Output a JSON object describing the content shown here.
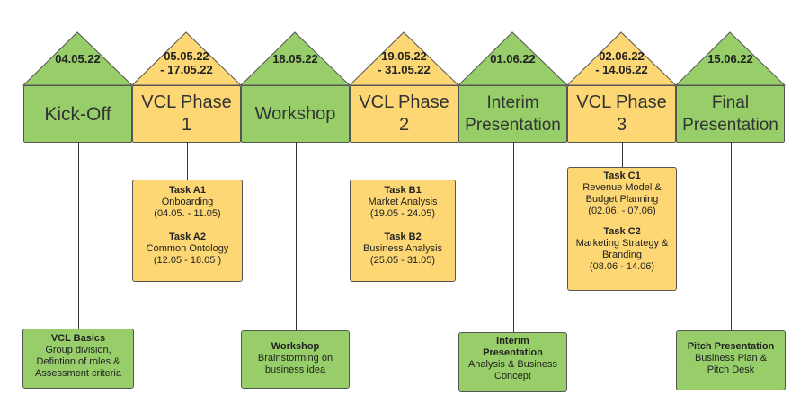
{
  "colors": {
    "green": "#97ce6a",
    "yellow": "#fdd774",
    "border": "#555555"
  },
  "phases": [
    {
      "date": "04.05.22",
      "label": "Kick-Off",
      "color": "green"
    },
    {
      "date": "05.05.22\n- 17.05.22",
      "label": "VCL Phase\n1",
      "color": "yellow"
    },
    {
      "date": "18.05.22",
      "label": "Workshop",
      "color": "green"
    },
    {
      "date": "19.05.22\n- 31.05.22",
      "label": "VCL Phase\n2",
      "color": "yellow"
    },
    {
      "date": "01.06.22",
      "label": "Interim\nPresentation",
      "color": "green"
    },
    {
      "date": "02.06.22\n- 14.06.22",
      "label": "VCL Phase\n3",
      "color": "yellow"
    },
    {
      "date": "15.06.22",
      "label": "Final\nPresentation",
      "color": "green"
    }
  ],
  "tasks": {
    "phase1": {
      "a1_title": "Task A1",
      "a1_name": "Onboarding",
      "a1_dates": "(04.05. - 11.05)",
      "a2_title": "Task A2",
      "a2_name": "Common Ontology",
      "a2_dates": "(12.05 - 18.05 )"
    },
    "phase2": {
      "b1_title": "Task B1",
      "b1_name": "Market Analysis",
      "b1_dates": "(19.05 - 24.05)",
      "b2_title": "Task B2",
      "b2_name": "Business Analysis",
      "b2_dates": "(25.05 - 31.05)"
    },
    "phase3": {
      "c1_title": "Task C1",
      "c1_name_1": "Revenue Model &",
      "c1_name_2": "Budget Planning",
      "c1_dates": "(02.06. - 07.06)",
      "c2_title": "Task C2",
      "c2_name_1": "Marketing Strategy &",
      "c2_name_2": "Branding",
      "c2_dates": "(08.06 - 14.06)"
    }
  },
  "deliverables": {
    "kickoff": {
      "title": "VCL Basics",
      "line1": "Group division,",
      "line2": "Defintion of roles &",
      "line3": "Assessment criteria"
    },
    "workshop": {
      "title": "Workshop",
      "line1": "Brainstorming on",
      "line2": "business idea"
    },
    "interim": {
      "title_1": "Interim",
      "title_2": "Presentation",
      "line1": "Analysis & Business",
      "line2": "Concept"
    },
    "final": {
      "title": "Pitch Presentation",
      "line1": "Business Plan &",
      "line2": "Pitch Desk"
    }
  }
}
